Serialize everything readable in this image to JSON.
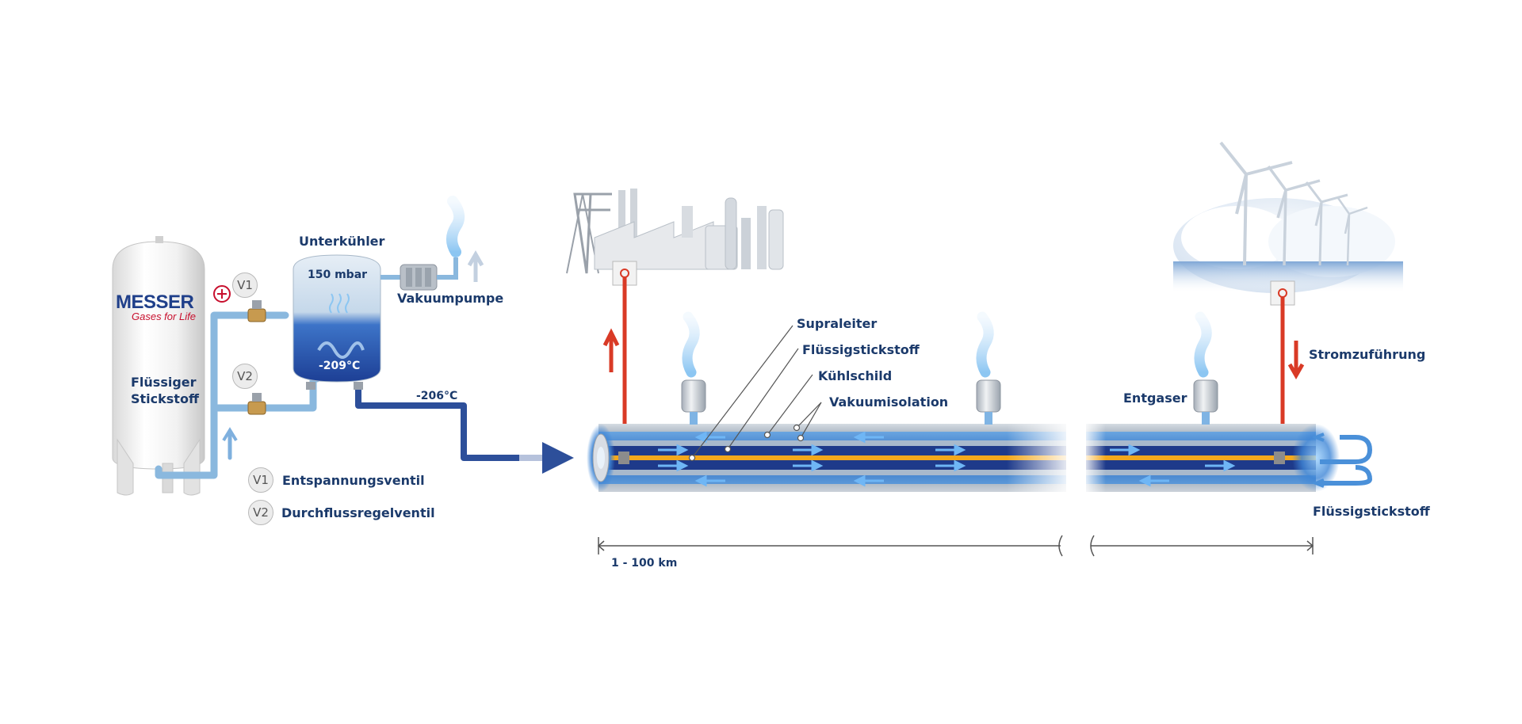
{
  "brand": {
    "name": "MESSER",
    "slogan": "Gases for Life",
    "accent": "#c8102e",
    "primary": "#1f3f8a"
  },
  "tank": {
    "label_line1": "Flüssiger",
    "label_line2": "Stickstoff"
  },
  "subcooler": {
    "title": "Unterkühler",
    "pressure": "150 mbar",
    "temperature": "-209°C"
  },
  "vacuum_pump": {
    "label": "Vakuumpumpe"
  },
  "outlet_temperature": "-206°C",
  "valves": {
    "v1": {
      "tag": "V1",
      "description": "Entspannungsventil"
    },
    "v2": {
      "tag": "V2",
      "description": "Durchflussregelventil"
    }
  },
  "cable_layers": {
    "superconductor": "Supraleiter",
    "liquid_nitrogen": "Flüssigstickstoff",
    "cooling_shield": "Kühlschild",
    "vacuum_insulation": "Vakuumisolation"
  },
  "degasser": {
    "label": "Entgaser"
  },
  "power_supply": {
    "label": "Stromzuführung"
  },
  "return_flow": {
    "label": "Flüssigstickstoff"
  },
  "length": {
    "label": "1 - 100 km"
  },
  "icons": [
    "power-plant-icon",
    "wind-turbines-icon",
    "vapor-icon",
    "valve-icon",
    "flow-arrow-icon"
  ],
  "colors": {
    "text": "#1b3a6b",
    "pipe": "#8ab8de",
    "pipe_dark": "#2d4f9a",
    "power": "#d93a26",
    "conductor": "#f4a81c"
  }
}
